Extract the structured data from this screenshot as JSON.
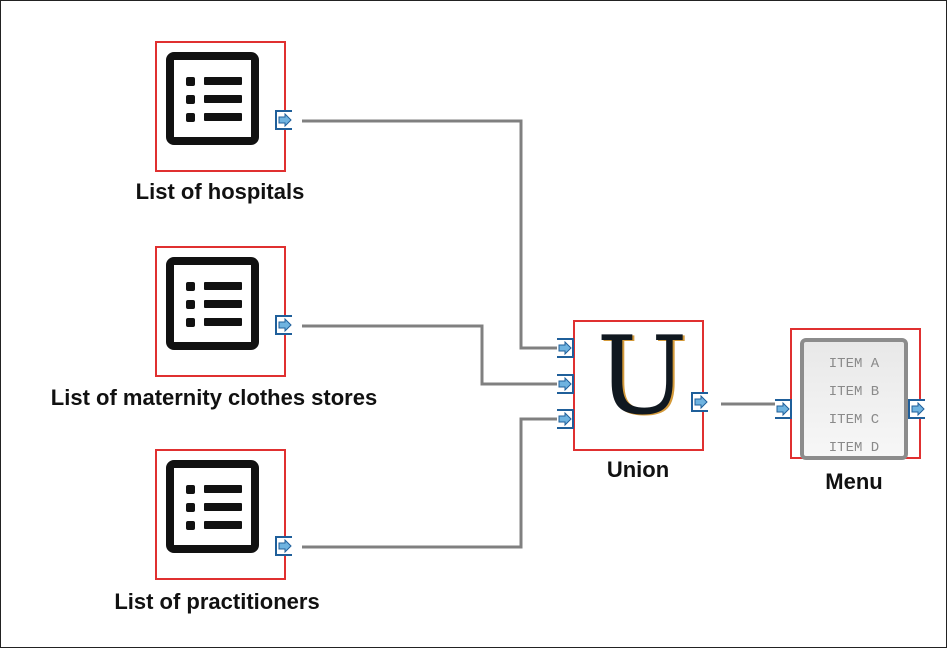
{
  "diagram": {
    "nodes": [
      {
        "id": "hospitals",
        "label": "List of hospitals",
        "icon": "list-icon"
      },
      {
        "id": "maternity",
        "label": "List of maternity clothes stores",
        "icon": "list-icon"
      },
      {
        "id": "practitioners",
        "label": "List of practitioners",
        "icon": "list-icon"
      },
      {
        "id": "union",
        "label": "Union",
        "icon": "union-symbol-icon",
        "symbol": "U"
      },
      {
        "id": "menu",
        "label": "Menu",
        "icon": "menu-icon",
        "items": [
          "ITEM A",
          "ITEM B",
          "ITEM C",
          "ITEM D"
        ]
      }
    ],
    "edges": [
      {
        "from": "hospitals",
        "to": "union"
      },
      {
        "from": "maternity",
        "to": "union"
      },
      {
        "from": "practitioners",
        "to": "union"
      },
      {
        "from": "union",
        "to": "menu"
      }
    ],
    "colors": {
      "node_border": "#e03030",
      "port_border": "#1f5f9a",
      "port_arrow": "#6fb3e0",
      "wire": "#808080",
      "label": "#111111"
    }
  }
}
